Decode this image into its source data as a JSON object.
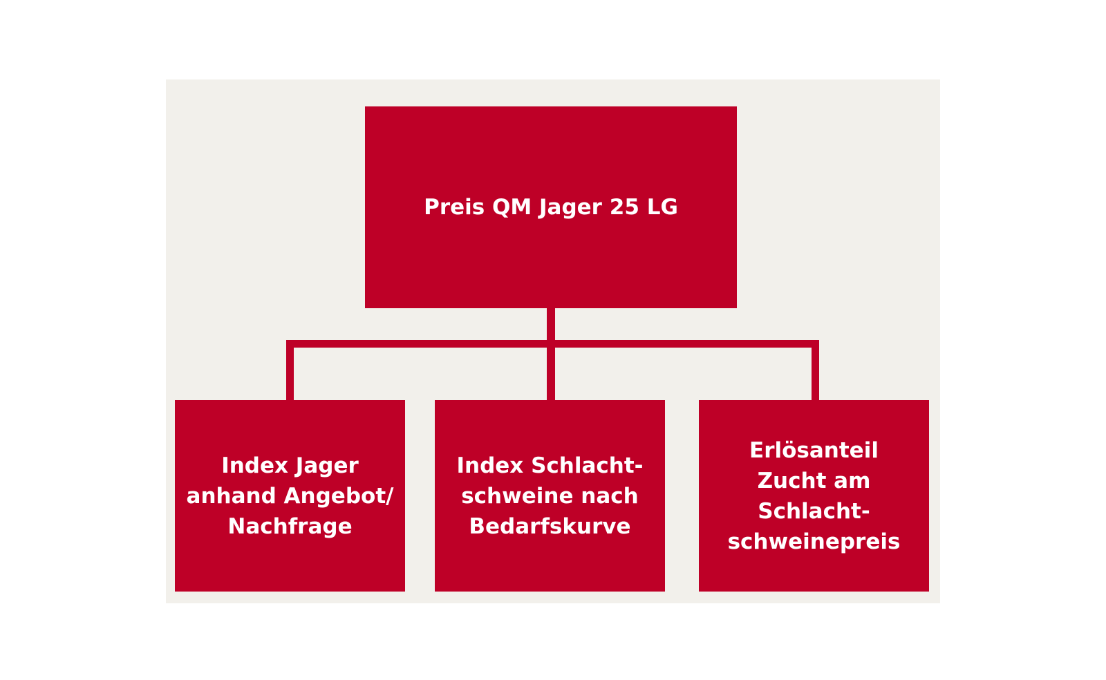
{
  "colors": {
    "box": "#be0027",
    "panel": "#f2f0eb"
  },
  "root": {
    "label": "Preis QM Jager 25 LG"
  },
  "children": [
    {
      "lines": [
        "Index Jager",
        "anhand Angebot/",
        "Nachfrage"
      ]
    },
    {
      "lines": [
        "Index Schlacht-",
        "schweine nach",
        "Bedarfskurve"
      ]
    },
    {
      "lines": [
        "Erlösanteil",
        "Zucht am Schlacht-",
        "schweinepreis"
      ]
    }
  ]
}
